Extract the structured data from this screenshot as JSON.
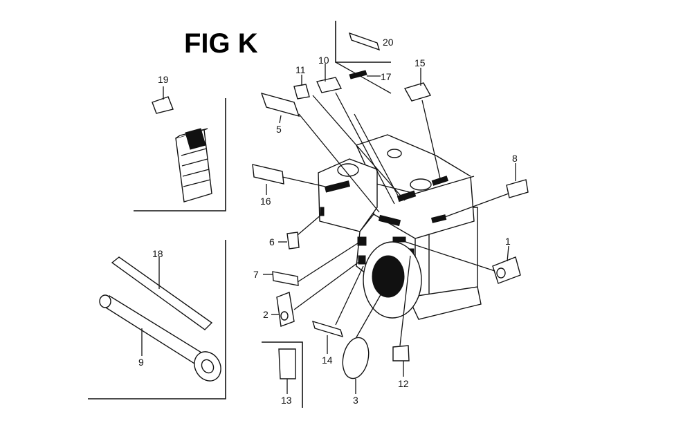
{
  "figure": {
    "title": "FIG K"
  },
  "callouts": {
    "c1": "1",
    "c2": "2",
    "c3": "3",
    "c5": "5",
    "c6": "6",
    "c7": "7",
    "c8": "8",
    "c9": "9",
    "c10": "10",
    "c11": "11",
    "c12": "12",
    "c13": "13",
    "c14": "14",
    "c15": "15",
    "c16": "16",
    "c17": "17",
    "c18": "18",
    "c19": "19",
    "c20": "20"
  }
}
